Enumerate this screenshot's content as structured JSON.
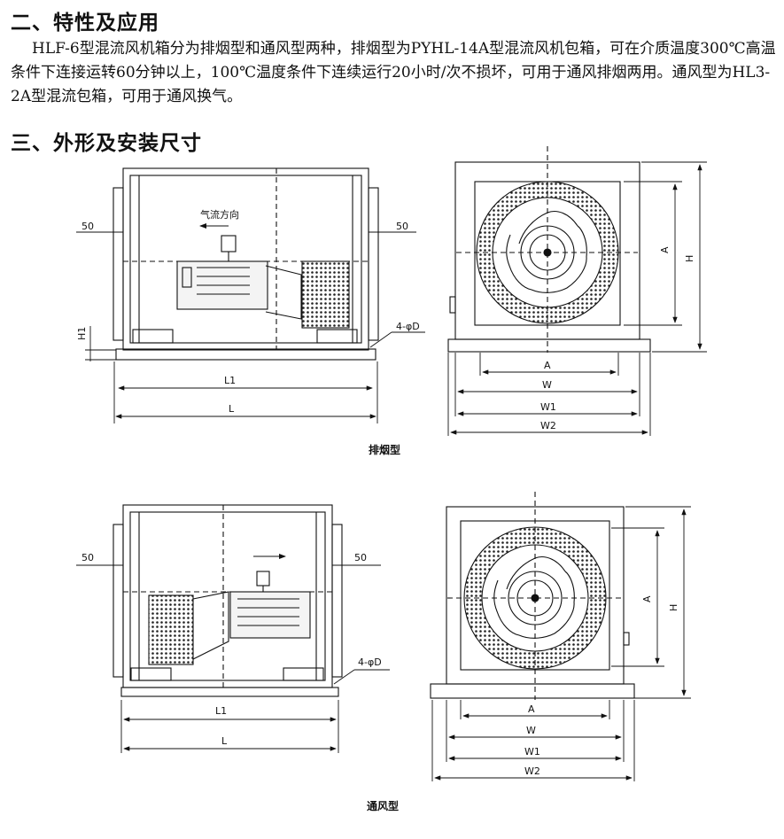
{
  "section2": {
    "heading": "二、特性及应用",
    "paragraph": "HLF-6型混流风机箱分为排烟型和通风型两种，排烟型为PYHL-14A型混流风机包箱，可在介质温度300℃高温条件下连接运转60分钟以上，100℃温度条件下连续运行20小时/次不损坏，可用于通风排烟两用。通风型为HL3-2A型混流包箱，可用于通风换气。"
  },
  "section3": {
    "heading": "三、外形及安装尺寸"
  },
  "smoke_type": {
    "caption": "排烟型",
    "airflow_label": "气流方向",
    "flange_left": "50",
    "flange_right": "50",
    "h1": "H1",
    "bolt": "4-φD",
    "l1": "L1",
    "l": "L",
    "front_a_side": "A",
    "front_h": "H",
    "front_a_bottom": "A",
    "front_w": "W",
    "front_w1": "W1",
    "front_w2": "W2"
  },
  "vent_type": {
    "caption": "通风型",
    "flange_left": "50",
    "flange_right": "50",
    "bolt": "4-φD",
    "l1": "L1",
    "l": "L",
    "front_a_side": "A",
    "front_h": "H",
    "front_a_bottom": "A",
    "front_w": "W",
    "front_w1": "W1",
    "front_w2": "W2"
  }
}
